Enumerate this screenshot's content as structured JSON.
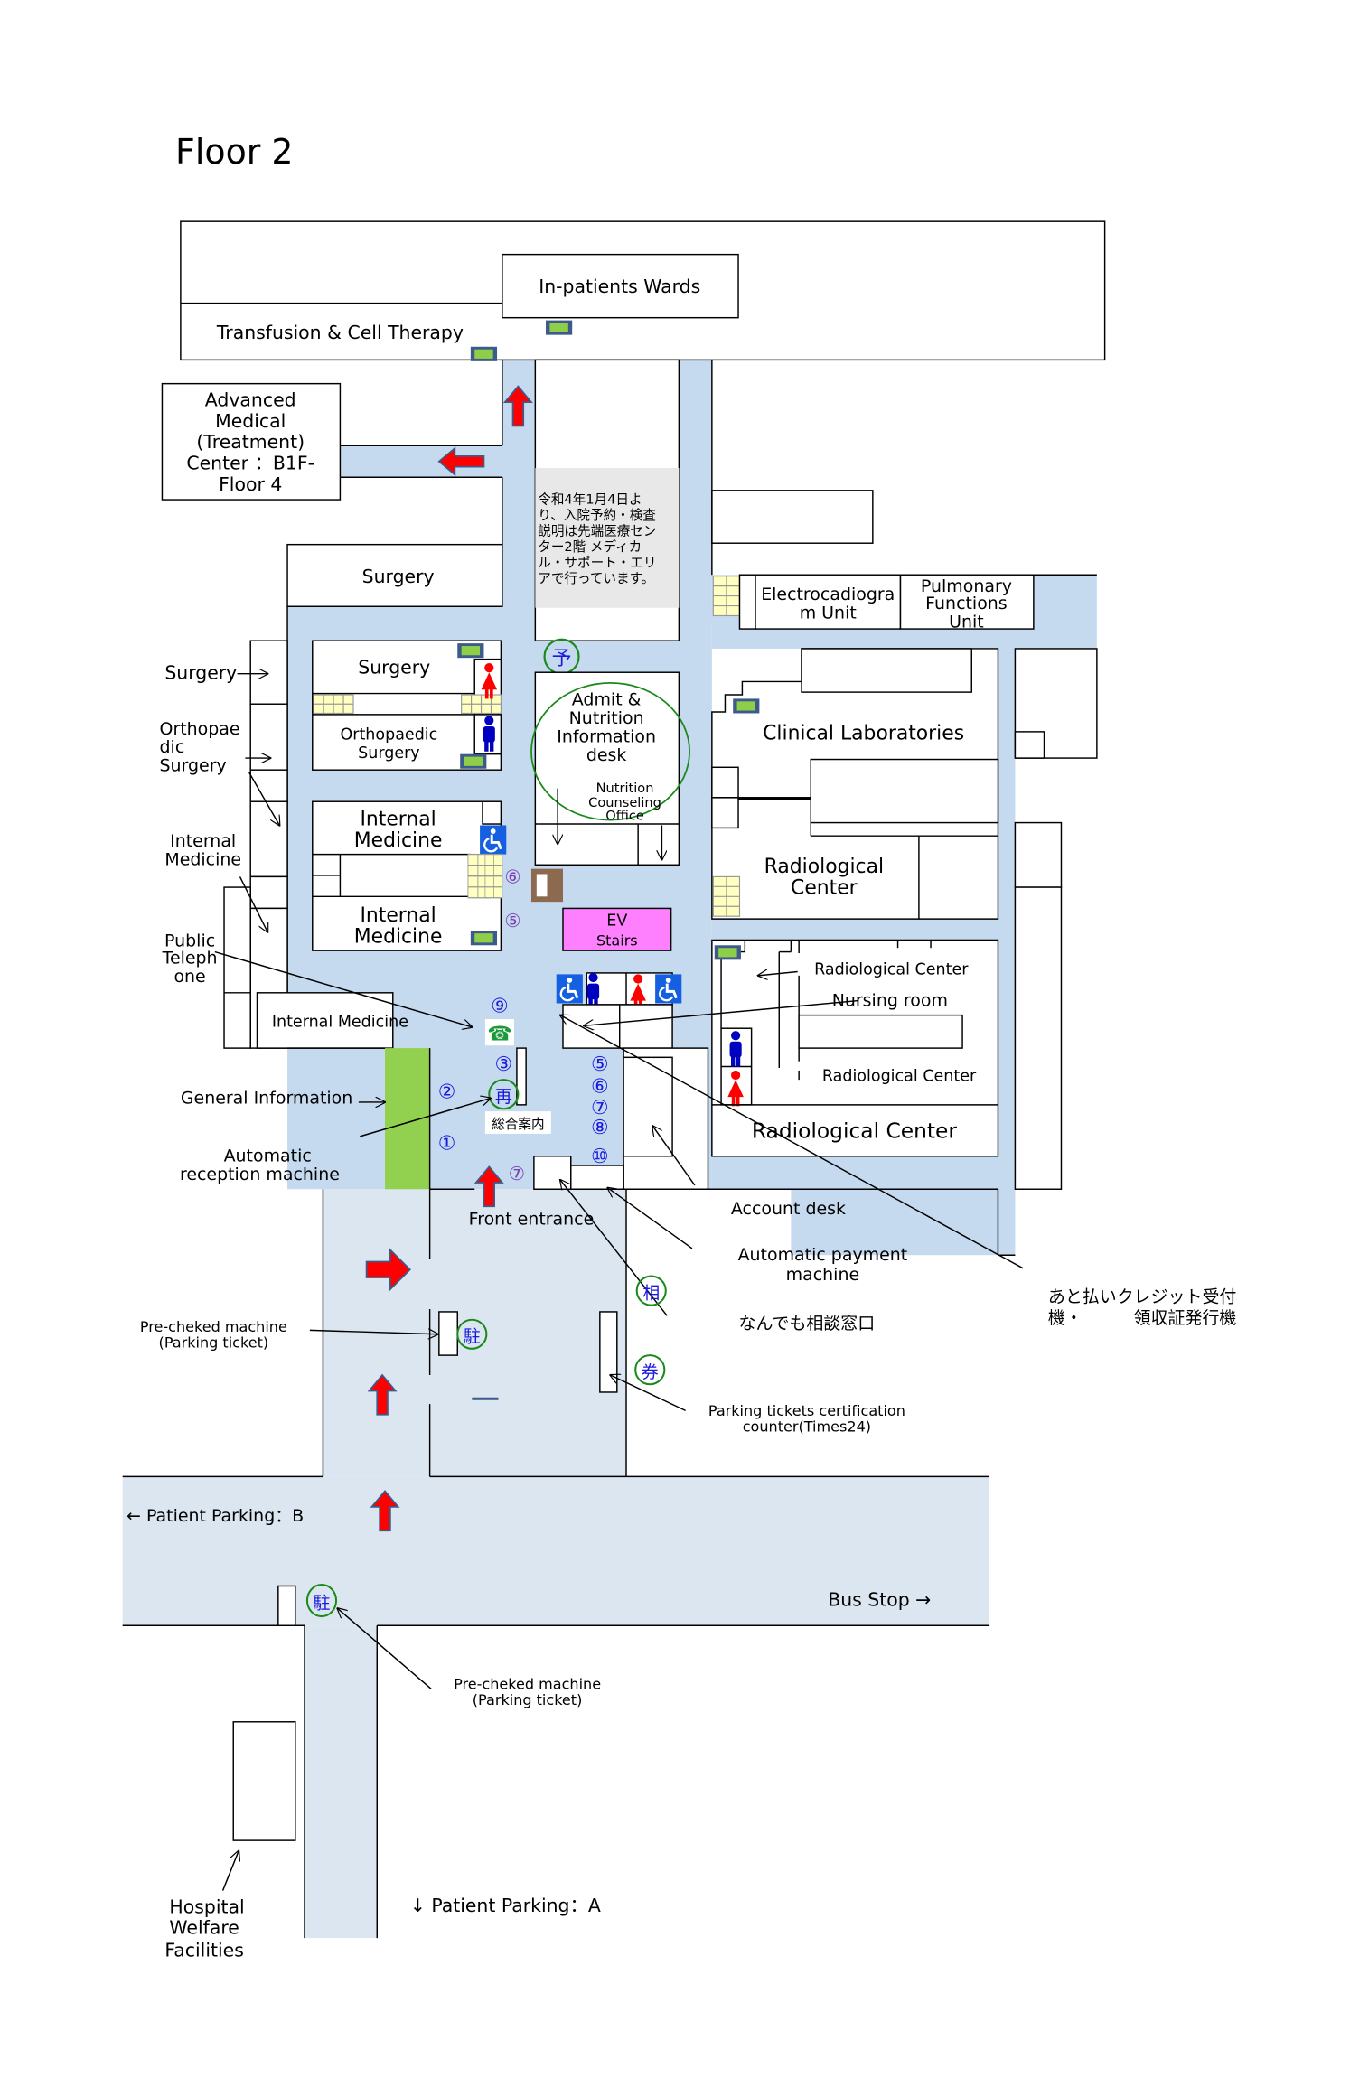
{
  "title": "Floor 2",
  "rooms": {
    "inpatients_wards": "In-patients Wards",
    "transfusion": "Transfusion & Cell Therapy",
    "advanced_medical": [
      "Advanced",
      "Medical",
      "(Treatment)",
      "Center ：B1F-",
      "Floor 4"
    ],
    "notice_jp": [
      "令和4年1月4日よ",
      "り、入院予約・検査",
      "説明は先端医療セン",
      "ター2階 メディカ",
      "ル・サポート・エリ",
      "アで行っています。"
    ],
    "surgery_top": "Surgery",
    "surgery_inner": "Surgery",
    "orthopaedic_inner": [
      "Orthopaedic",
      "Surgery"
    ],
    "internal_medicine_1": [
      "Internal",
      "Medicine"
    ],
    "internal_medicine_2": [
      "Internal",
      "Medicine"
    ],
    "internal_medicine_3": "Internal Medicine",
    "admit_desk": [
      "Admit &",
      "Nutrition",
      "Information",
      "desk"
    ],
    "nutrition_office": [
      "Nutrition",
      "Counseling",
      "Office"
    ],
    "ecg_unit": [
      "Electrocadiogra",
      "m Unit"
    ],
    "pulmonary": [
      "Pulmonary",
      "Functions",
      "Unit"
    ],
    "clinical_labs": "Clinical Laboratories",
    "radiological_1": [
      "Radiological",
      "Center"
    ],
    "radiological_2": "Radiological Center",
    "nursing_room": "Nursing room",
    "radiological_3": "Radiological Center",
    "radiological_4": "Radiological Center",
    "ev_stairs": [
      "EV",
      "Stairs"
    ],
    "general_info_jp": "総合案内",
    "account_desk": "Account desk"
  },
  "side_labels": {
    "surgery": "Surgery",
    "orthopaedic": [
      "Orthopae",
      "dic",
      "Surgery"
    ],
    "internal_medicine": [
      "Internal",
      "Medicine"
    ],
    "public_telephone": [
      "Public",
      "Teleph",
      "one"
    ],
    "general_information": "General Information",
    "auto_reception": [
      "Automatic",
      "reception machine"
    ],
    "front_entrance": "Front entrance",
    "auto_payment": [
      "Automatic payment",
      "machine"
    ],
    "consultation_jp": "なんでも相談窓口",
    "credit_jp": [
      "あと払いクレジット受付",
      "機・　　　領収証発行機"
    ],
    "prechecked_1": [
      "Pre-cheked machine",
      "(Parking ticket)"
    ],
    "parking_cert": [
      "Parking tickets certification",
      "counter(Times24)"
    ],
    "parking_b": "← Patient Parking：B",
    "bus_stop": "Bus Stop →",
    "prechecked_2": [
      "Pre-cheked machine",
      "(Parking ticket)"
    ],
    "parking_a": "↓ Patient Parking：A",
    "welfare": [
      "Hospital",
      "Welfare",
      "Facilities"
    ]
  },
  "markers": {
    "yoyaku": "予",
    "sai": "再",
    "sou": "相",
    "ken": "券",
    "chu": "駐",
    "n1": "①",
    "n2": "②",
    "n3": "③",
    "n5": "⑤",
    "n6": "⑥",
    "n7": "⑦",
    "n8": "⑧",
    "n9": "⑨",
    "n10": "⑩"
  },
  "icons": {
    "elevator": "elevator-icon",
    "toilet_female": "female-toilet-icon",
    "toilet_male": "male-toilet-icon",
    "wheelchair": "wheelchair-icon",
    "stairs": "stairs-icon",
    "telephone": "telephone-icon",
    "vending": "vending-machine-icon",
    "arrow": "red-arrow-icon"
  },
  "colors": {
    "corridor": "#c5d9ef",
    "outdoor": "#dce6f1",
    "arrow": "#ff0000",
    "ev_box": "#ff80ff",
    "info_counter": "#92d050",
    "marker_circle": "#1a8a1a",
    "marker_text": "#1a1adc",
    "male": "#0000c0",
    "female": "#ff0000",
    "wheelchair": "#1560e0"
  }
}
